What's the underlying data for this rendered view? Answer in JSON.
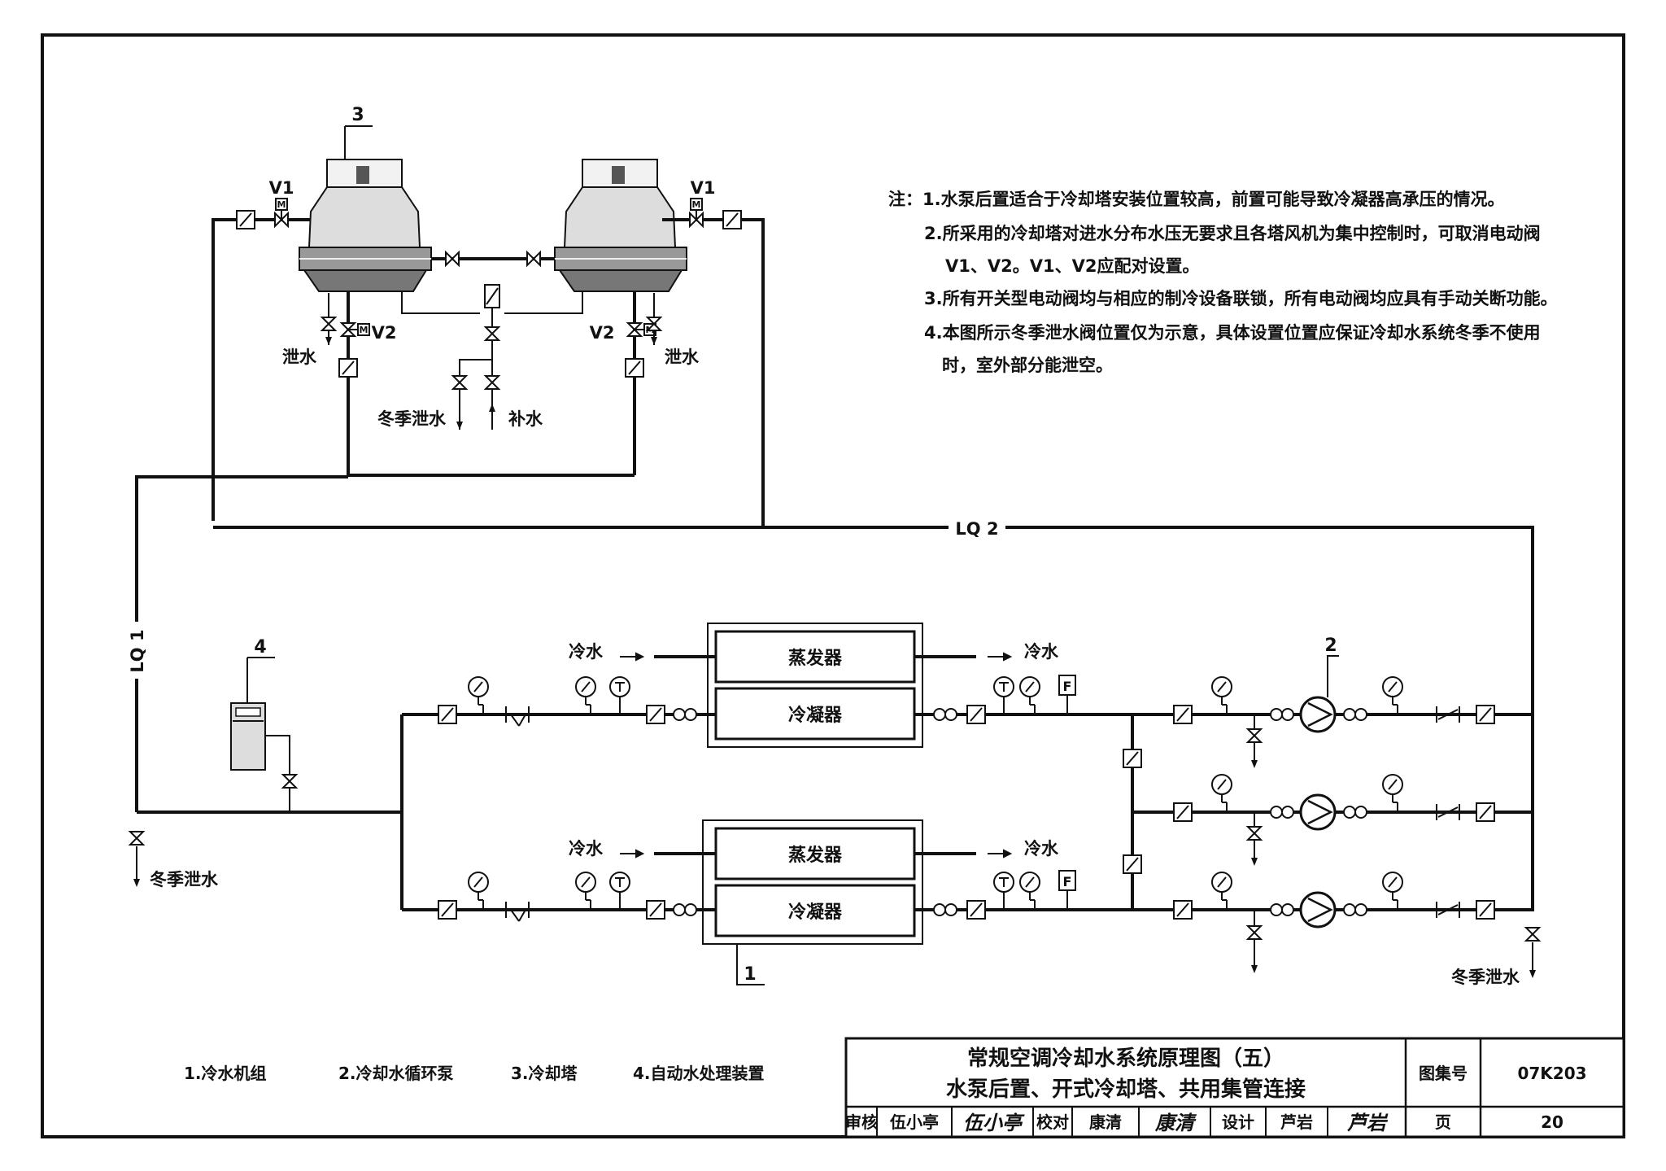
{
  "tower_items": {
    "item_no": "3",
    "v1_left": "V1",
    "v1_right": "V1",
    "v2_left": "V2",
    "v2_right": "V2",
    "drain_left": "泄水",
    "drain_right": "泄水",
    "winter_drain": "冬季泄水",
    "makeup": "补水"
  },
  "pipe_labels": {
    "lq1": "LQ 1",
    "lq2": "LQ 2"
  },
  "chiller": {
    "item_no": "1",
    "evaporator": "蒸发器",
    "condenser": "冷凝器",
    "chilled_water": "冷水",
    "flow_meter": "F"
  },
  "pump_item_no": "2",
  "water_treatment": {
    "item_no": "4",
    "winter_drain": "冬季泄水"
  },
  "right_winter_drain": "冬季泄水",
  "notes": [
    "注：1.水泵后置适合于冷却塔安装位置较高，前置可能导致冷凝器高承压的情况。",
    "2.所采用的冷却塔对进水分布水压无要求且各塔风机为集中控制时，可取消电动阀",
    "V1、V2。V1、V2应配对设置。",
    "3.所有开关型电动阀均与相应的制冷设备联锁，所有电动阀均应具有手动关断功能。",
    "4.本图所示冬季泄水阀位置仅为示意，具体设置位置应保证冷却水系统冬季不使用",
    "时，室外部分能泄空。"
  ],
  "legend": [
    "1.冷水机组",
    "2.冷却水循环泵",
    "3.冷却塔",
    "4.自动水处理装置"
  ],
  "title_block": {
    "title1": "常规空调冷却水系统原理图（五）",
    "title2": "水泵后置、开式冷却塔、共用集管连接",
    "atlas_label": "图集号",
    "atlas_no": "07K203",
    "review_label": "审核",
    "reviewer": "伍小亭",
    "reviewer_sig": "伍小亭",
    "check_label": "校对",
    "checker": "康清",
    "checker_sig": "康清",
    "design_label": "设计",
    "designer": "芦岩",
    "designer_sig": "芦岩",
    "page_label": "页",
    "page_no": "20"
  }
}
